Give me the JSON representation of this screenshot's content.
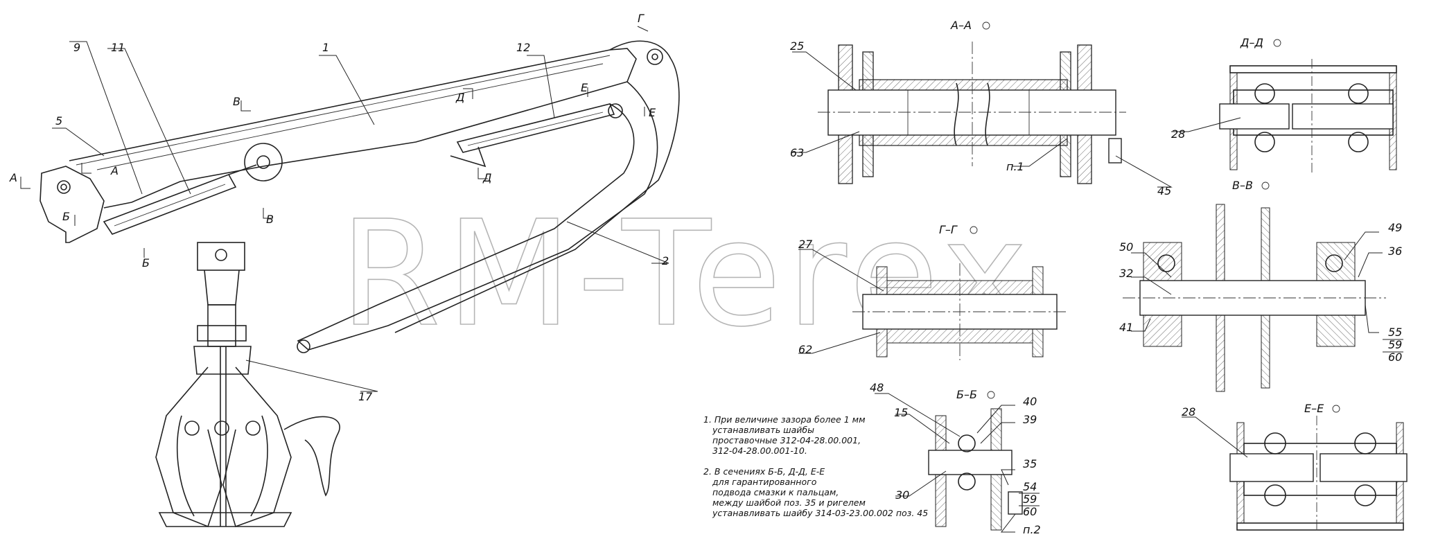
{
  "watermark": "RM-Terex",
  "part_labels": {
    "p1": "1",
    "p2": "2",
    "p5": "5",
    "p9": "9",
    "p11": "11",
    "p12": "12",
    "p17": "17",
    "p25": "25",
    "p63": "63",
    "p45": "45",
    "pn1": "п.1",
    "p28a": "28",
    "p27": "27",
    "p62": "62",
    "p32": "32",
    "p41": "41",
    "p50": "50",
    "p49": "49",
    "p36": "36",
    "p55": "55",
    "p59": "59",
    "p60": "60",
    "p48": "48",
    "p15": "15",
    "p40": "40",
    "p39": "39",
    "p30": "30",
    "p35": "35",
    "p54": "54",
    "p59b": "59",
    "p60b": "60",
    "pn2": "п.2",
    "p28b": "28"
  },
  "section_marks": {
    "A": "А",
    "B": "Б",
    "V": "В",
    "G": "Г",
    "D": "Д",
    "E": "Е"
  },
  "section_titles": {
    "aa": "А–А",
    "dd": "Д–Д",
    "vv": "В–В",
    "gg": "Г–Г",
    "bb": "Б–Б",
    "ee": "Е–Е"
  },
  "notes": {
    "n1_l1": "1. При величине зазора более 1 мм",
    "n1_l2": "устанавливать шайбы",
    "n1_l3": "проставочные 312-04-28.00.001,",
    "n1_l4": "312-04-28.00.001-10.",
    "n2_l1": "2. В сечениях Б-Б, Д-Д, Е-Е",
    "n2_l2": "для гарантированного",
    "n2_l3": "подвода смазки к пальцам,",
    "n2_l4": "между шайбой поз. 35 и ригелем",
    "n2_l5": "устанавливать шайбу 314-03-23.00.002 поз. 45"
  }
}
